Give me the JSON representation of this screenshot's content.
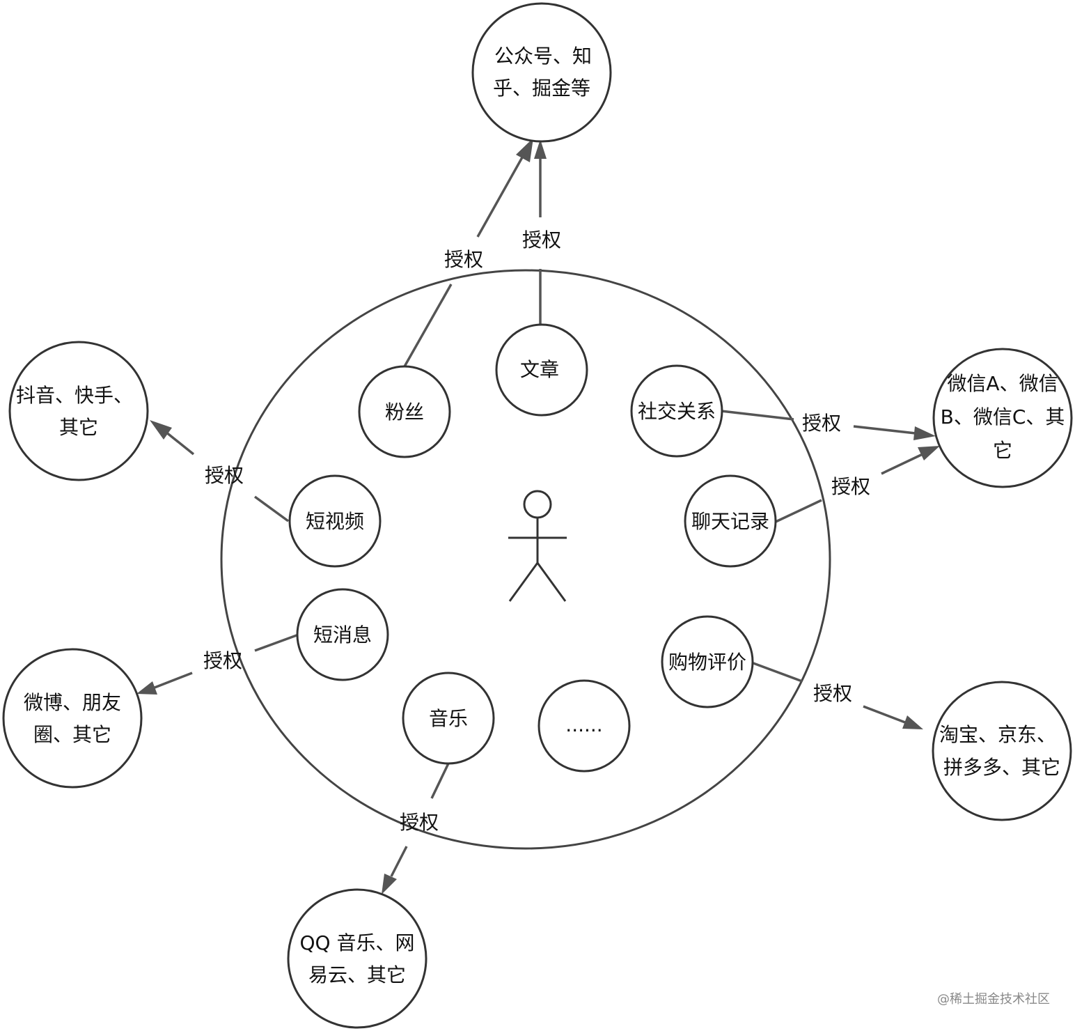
{
  "center": {
    "actor": "user-icon"
  },
  "data_nodes": {
    "fans": "粉丝",
    "article": "文章",
    "social": "社交关系",
    "chat": "聊天记录",
    "short_video": "短视频",
    "sms": "短消息",
    "shopping": "购物评价",
    "music": "音乐",
    "more": "......"
  },
  "platform_nodes": {
    "media": [
      "公众号、知",
      "乎、掘金等"
    ],
    "video": [
      "抖音、快手、",
      "其它"
    ],
    "wechat": [
      "微信A、微信",
      "B、微信C、其",
      "它"
    ],
    "weibo": [
      "微博、朋友",
      "圈、其它"
    ],
    "shop": [
      "淘宝、京东、",
      "拼多多、其它"
    ],
    "qq": [
      "QQ 音乐、网",
      "易云、其它"
    ]
  },
  "edge_label": "授权",
  "watermark": "@稀土掘金技术社区"
}
